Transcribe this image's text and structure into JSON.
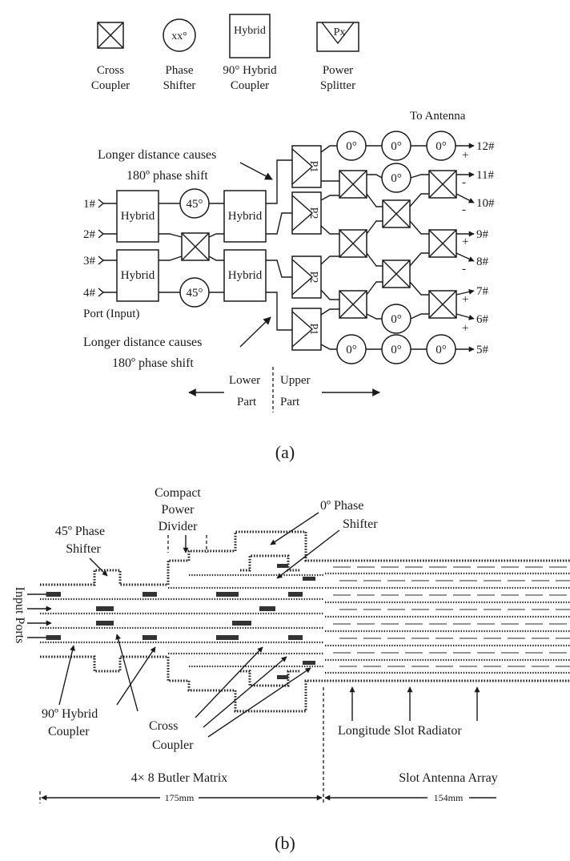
{
  "legend": {
    "cross_coupler": [
      "Cross",
      "Coupler"
    ],
    "phase_shifter_symbol": "xx°",
    "phase_shifter": [
      "Phase",
      "Shifter"
    ],
    "hybrid_symbol": "Hybrid",
    "hybrid_coupler": [
      "90° Hybrid",
      "Coupler"
    ],
    "power_splitter_symbol": "Px",
    "power_splitter": [
      "Power",
      "Splitter"
    ]
  },
  "schematic": {
    "to_antenna": "To Antenna",
    "note_top": [
      "Longer distance causes",
      "180º phase shift"
    ],
    "note_bottom": [
      "Longer distance causes",
      "180º phase shift"
    ],
    "port_input": "Port (Input)",
    "input_ports": [
      "1#",
      "2#",
      "3#",
      "4#"
    ],
    "output_ports": [
      "12#",
      "11#",
      "10#",
      "9#",
      "8#",
      "7#",
      "6#",
      "5#"
    ],
    "output_signs": [
      "+",
      "-",
      "-",
      "+",
      "-",
      "+",
      "+"
    ],
    "hybrid_label": "Hybrid",
    "phase_45": "45°",
    "phase_0": "0°",
    "splitters": [
      "P1",
      "P2",
      "P2",
      "P1"
    ],
    "lower_part": [
      "Lower",
      "Part"
    ],
    "upper_part": [
      "Upper",
      "Part"
    ],
    "caption": "(a)"
  },
  "layout": {
    "compact_power_divider": [
      "Compact",
      "Power",
      "Divider"
    ],
    "phase0_label": [
      "0º Phase",
      "Shifter"
    ],
    "phase45_label": [
      "45º Phase",
      "Shifter"
    ],
    "input_ports": "Input Ports",
    "hybrid_label": [
      "90º Hybrid",
      "Coupler"
    ],
    "cross_label": [
      "Cross",
      "Coupler"
    ],
    "slot_label": "Longitude Slot Radiator",
    "butler_label": "4× 8 Butler Matrix",
    "slot_array_label": "Slot Antenna Array",
    "dim_left": "175mm",
    "dim_right": "154mm",
    "caption": "(b)"
  }
}
